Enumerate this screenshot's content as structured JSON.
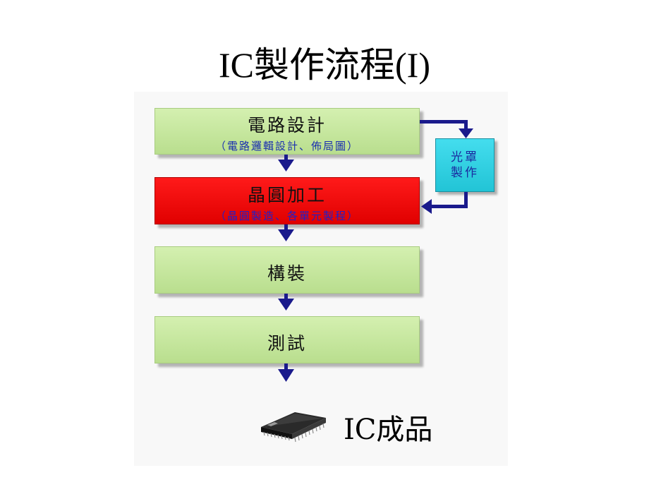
{
  "title": "IC製作流程(I)",
  "steps": [
    {
      "label": "電路設計",
      "sub": "（電路邏輯設計、佈局圖）",
      "color": "#c6e8a0"
    },
    {
      "label": "晶圓加工",
      "sub": "（晶圓製造、各單元製程）",
      "color": "#ff0000"
    },
    {
      "label": "構裝"
    },
    {
      "label": "測試"
    }
  ],
  "side_box": {
    "line1": "光罩",
    "line2": "製作",
    "color": "#33d0e0"
  },
  "final": {
    "label": "IC成品",
    "icon": "ic-chip-icon"
  },
  "colors": {
    "arrow": "#1a1a8c",
    "accent_blue": "#1a2fb0"
  }
}
